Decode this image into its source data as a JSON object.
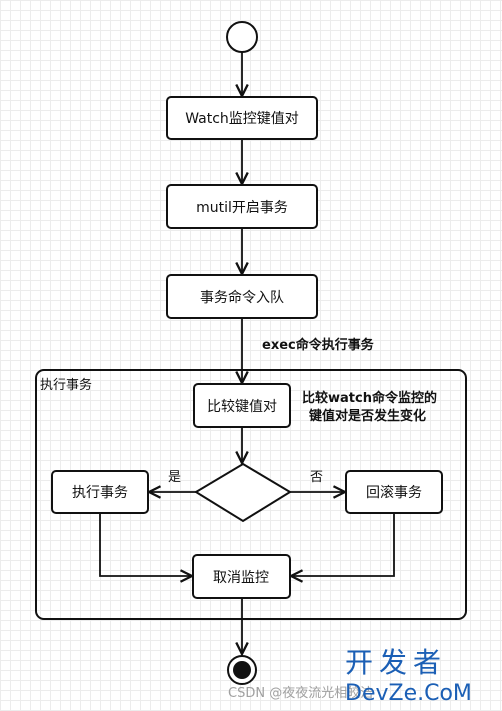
{
  "nodes": {
    "watch": "Watch监控键值对",
    "multi": "mutil开启事务",
    "enqueue": "事务命令入队",
    "compare": "比较键值对",
    "execute": "执行事务",
    "rollback": "回滚事务",
    "unwatch": "取消监控"
  },
  "edge_labels": {
    "exec": "exec命令执行事务",
    "yes": "是",
    "no": "否"
  },
  "container_label": "执行事务",
  "note": {
    "line1": "比较watch命令监控的",
    "line2": "键值对是否发生变化"
  },
  "watermark": {
    "csdn": "CSDN @夜夜流光相皎洁",
    "logo": "开发者",
    "sub": "DevZe.CoM"
  },
  "colors": {
    "logo": "#1b5fb5"
  }
}
